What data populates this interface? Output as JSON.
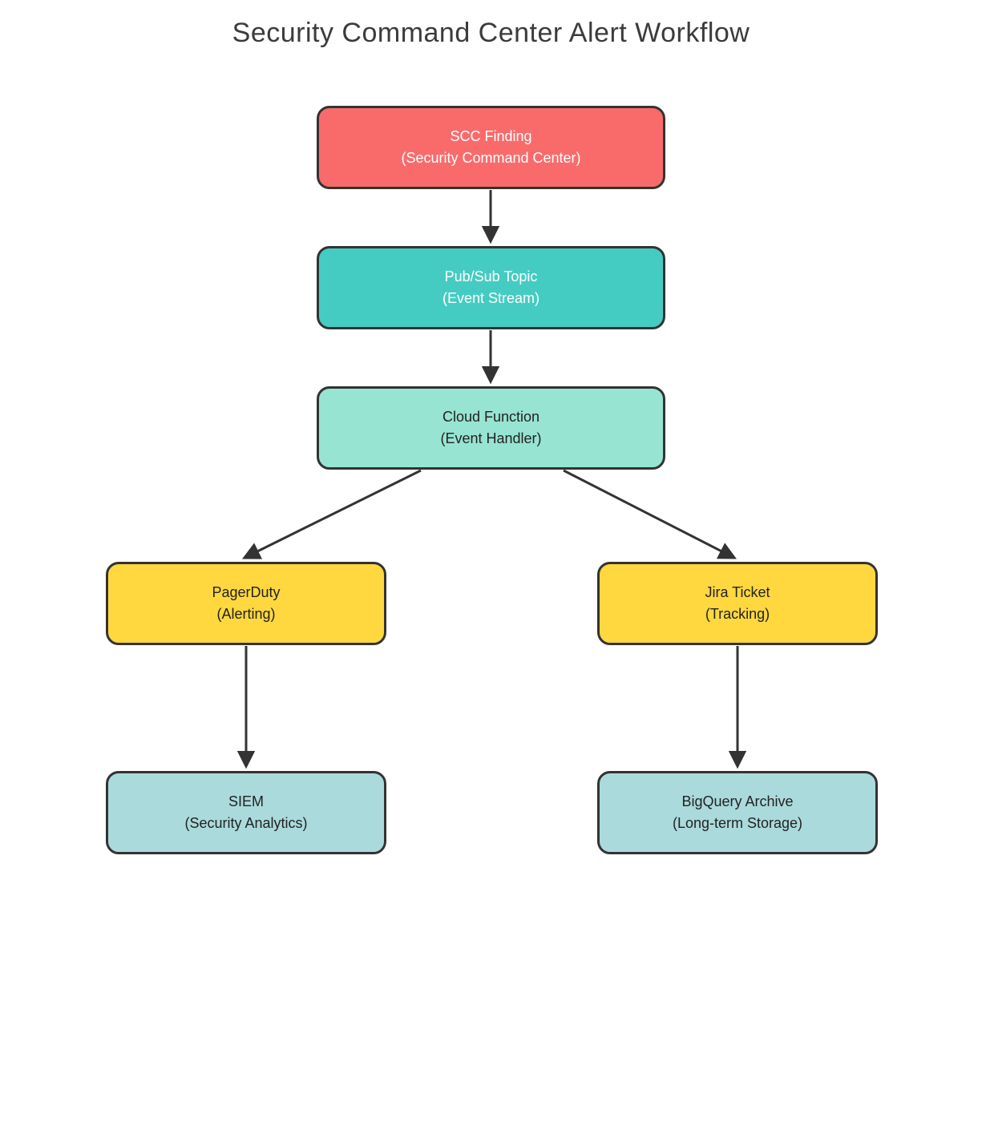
{
  "title": "Security Command Center Alert Workflow",
  "colors": {
    "border": "#333333",
    "arrow": "#333333",
    "title_text": "#3b3b3b",
    "red": "#F96B6B",
    "teal": "#45CCC2",
    "mint": "#98E4D2",
    "yellow": "#FFD83F",
    "light_blue": "#ABDADC"
  },
  "nodes": [
    {
      "id": "scc",
      "line1": "SCC Finding",
      "line2": "(Security Command Center)",
      "color": "#F96B6B",
      "text_color": "#ffffff"
    },
    {
      "id": "pubsub",
      "line1": "Pub/Sub Topic",
      "line2": "(Event Stream)",
      "color": "#45CCC2",
      "text_color": "#ffffff"
    },
    {
      "id": "cloudfn",
      "line1": "Cloud Function",
      "line2": "(Event Handler)",
      "color": "#98E4D2",
      "text_color": "#222222"
    },
    {
      "id": "pagerduty",
      "line1": "PagerDuty",
      "line2": "(Alerting)",
      "color": "#FFD83F",
      "text_color": "#222222"
    },
    {
      "id": "jira",
      "line1": "Jira Ticket",
      "line2": "(Tracking)",
      "color": "#FFD83F",
      "text_color": "#222222"
    },
    {
      "id": "siem",
      "line1": "SIEM",
      "line2": "(Security Analytics)",
      "color": "#ABDADC",
      "text_color": "#222222"
    },
    {
      "id": "bigquery",
      "line1": "BigQuery Archive",
      "line2": "(Long-term Storage)",
      "color": "#ABDADC",
      "text_color": "#222222"
    }
  ],
  "edges": [
    {
      "from": "SCC Finding",
      "to": "Pub/Sub Topic"
    },
    {
      "from": "Pub/Sub Topic",
      "to": "Cloud Function"
    },
    {
      "from": "Cloud Function",
      "to": "PagerDuty"
    },
    {
      "from": "Cloud Function",
      "to": "Jira Ticket"
    },
    {
      "from": "PagerDuty",
      "to": "SIEM"
    },
    {
      "from": "Jira Ticket",
      "to": "BigQuery Archive"
    }
  ]
}
